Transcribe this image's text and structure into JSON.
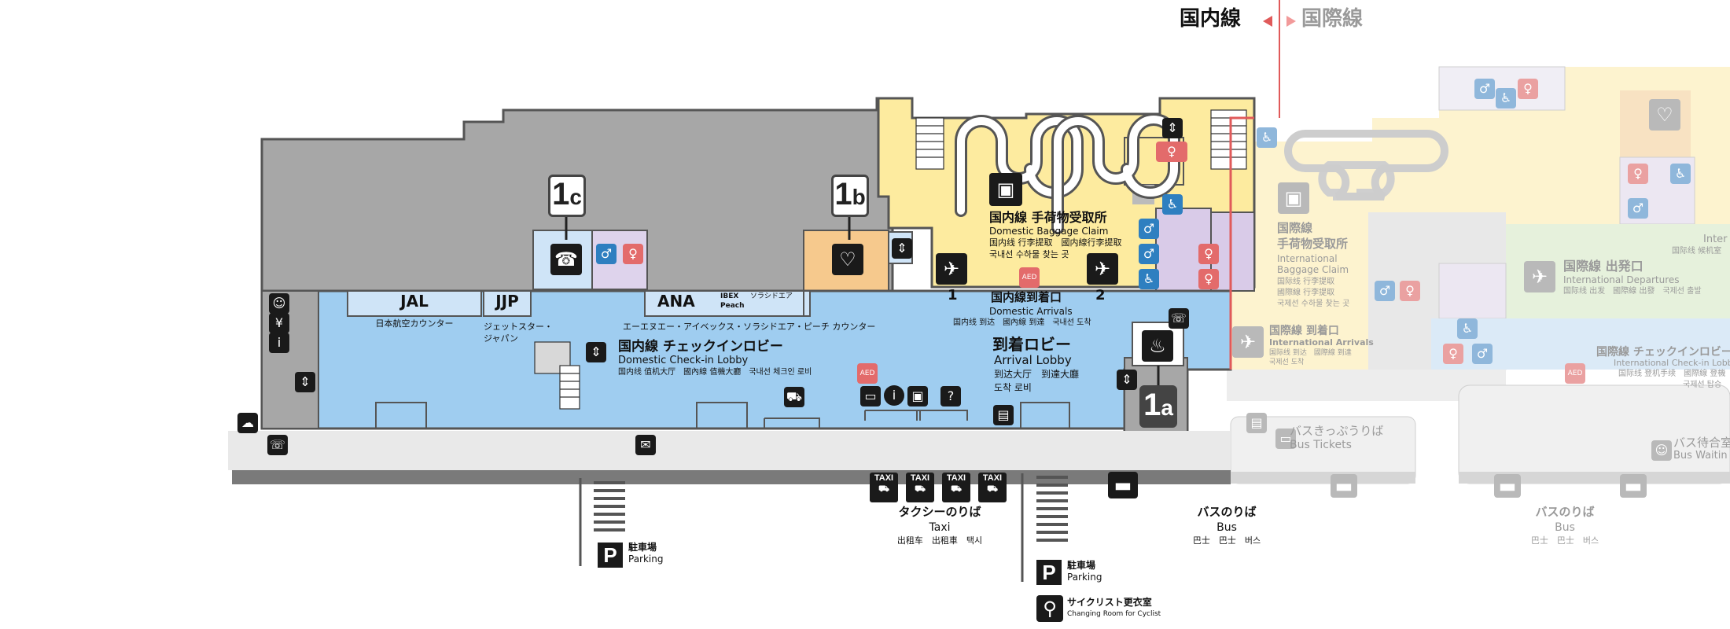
{
  "divider": {
    "domestic": "国内線",
    "international": "国際線"
  },
  "counters": {
    "jal": "JAL",
    "jal_sub": "日本航空カウンター",
    "jjp": "JJP",
    "jjp_sub1": "ジェットスター・",
    "jjp_sub2": "ジャパン",
    "ana": "ANA",
    "ibex": "IBEX",
    "peach": "Peach",
    "solaseed": "ソラシドエア",
    "ana_sub": "エーエヌエー・アイベックス・ソラシドエア・ピーチ カウンター"
  },
  "pins": {
    "p1c": {
      "num": "1",
      "sub": "c"
    },
    "p1b": {
      "num": "1",
      "sub": "b"
    },
    "p1a": {
      "num": "1",
      "sub": "a"
    }
  },
  "baggage_claim": {
    "title": "国内線 手荷物受取所",
    "en": "Domestic Baggage Claim",
    "zh": "国内线 行李提取　國内線行李提取",
    "ko": "국내선 수하물 찾는 곳"
  },
  "arrivals": {
    "gate1": "1",
    "gate2": "2",
    "title": "国内線到着口",
    "en": "Domestic Arrivals",
    "sub": "国内线 到达　國內線 到達　국내선 도착"
  },
  "checkin_lobby": {
    "title": "国内線 チェックインロビー",
    "en": "Domestic Check-in Lobby",
    "sub": "国内线 值机大厅　國內線 值機大廳　국내선 체크인 로비"
  },
  "arrival_lobby": {
    "title": "到着ロビー",
    "en": "Arrival Lobby",
    "zh": "到达大厅　到達大廳",
    "ko": "도착 로비"
  },
  "aed": "AED",
  "taxi": {
    "badge": "TAXI",
    "title": "タクシーのりば",
    "en": "Taxi",
    "sub": "出租车　出租車　택시"
  },
  "bus": {
    "title": "バスのりば",
    "en": "Bus",
    "sub": "巴士　巴士　버스"
  },
  "bus_intl": {
    "title": "バスのりば",
    "en": "Bus",
    "sub": "巴士　巴士　버스"
  },
  "parking1": {
    "letter": "P",
    "title": "駐車場",
    "en": "Parking"
  },
  "parking2": {
    "letter": "P",
    "title": "駐車場",
    "en": "Parking"
  },
  "cyclist": {
    "title": "サイクリスト更衣室",
    "en": "Changing Room for Cyclist"
  },
  "intl": {
    "baggage_title1": "国際線",
    "baggage_title2": "手荷物受取所",
    "baggage_en1": "International",
    "baggage_en2": "Baggage Claim",
    "baggage_zh1": "国际线 行李提取",
    "baggage_zh2": "國際線 行李提取",
    "baggage_ko": "국제선 수하물 찾는 곳",
    "arrivals_title": "国際線 到着口",
    "arrivals_en": "International Arrivals",
    "arrivals_zh": "国际线 到达　國際線 到達",
    "arrivals_ko": "국제선 도착",
    "departures_title": "国際線 出発口",
    "departures_en": "International Departures",
    "departures_sub": "国际线 出发　國際線 出發　국제선 출발",
    "checkin_title": "国際線 チェックインロビー",
    "checkin_en": "International Check-in Lobby",
    "checkin_zh": "国际线 登机手续　國際線 登機",
    "checkin_ko": "국제선 탑승",
    "edge_inter": "Inter",
    "edge_zh": "国际线 候机室",
    "bus_tickets_title": "バスきっぷうりば",
    "bus_tickets_en": "Bus Tickets",
    "bus_wait_title": "バス待合室",
    "bus_wait_en": "Bus Waitin"
  }
}
